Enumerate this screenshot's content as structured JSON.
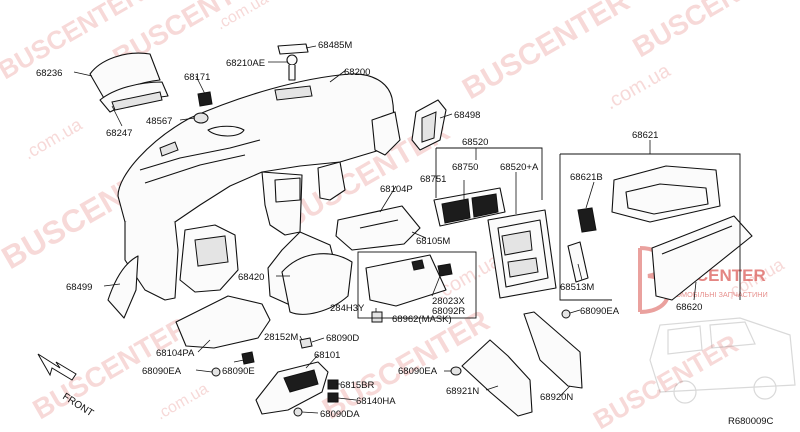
{
  "watermark": {
    "brand": "BUSCENTER",
    "domain": ".com.ua",
    "logo_text": "BUSCENTER",
    "logo_tagline": "АВТОМОБІЛЬНІ ЗАПЧАСТИНИ"
  },
  "diagram_code": "R680009C",
  "front_label": "FRONT",
  "colors": {
    "watermark": "#d9534f",
    "line": "#111111"
  },
  "parts": {
    "p68236": "68236",
    "p68247": "68247",
    "p68171": "68171",
    "p48567": "48567",
    "p68210AE": "68210AE",
    "p68485M": "68485M",
    "p68200": "68200",
    "p68498": "68498",
    "p68520": "68520",
    "p68750": "68750",
    "p68751": "68751",
    "p68520A": "68520+A",
    "p68621": "68621",
    "p68621B": "68621B",
    "p68513M": "68513M",
    "p68620": "68620",
    "p68104P": "68104P",
    "p68105M": "68105M",
    "p68420": "68420",
    "p68499": "68499",
    "p284H3Y": "284H3Y",
    "p28023X": "28023X",
    "p68092R": "68092R",
    "p68962": "68962(MASK)",
    "p68104PA": "68104PA",
    "p68090EA_1": "68090EA",
    "p68090E": "68090E",
    "p28152M": "28152M",
    "p68090D": "68090D",
    "p68101": "68101",
    "p6815BR": "6815BR",
    "p68140HA": "68140HA",
    "p68090DA": "68090DA",
    "p68090EA_2": "68090EA",
    "p68921N": "68921N",
    "p68920N": "68920N",
    "p68090EA_3": "68090EA"
  }
}
